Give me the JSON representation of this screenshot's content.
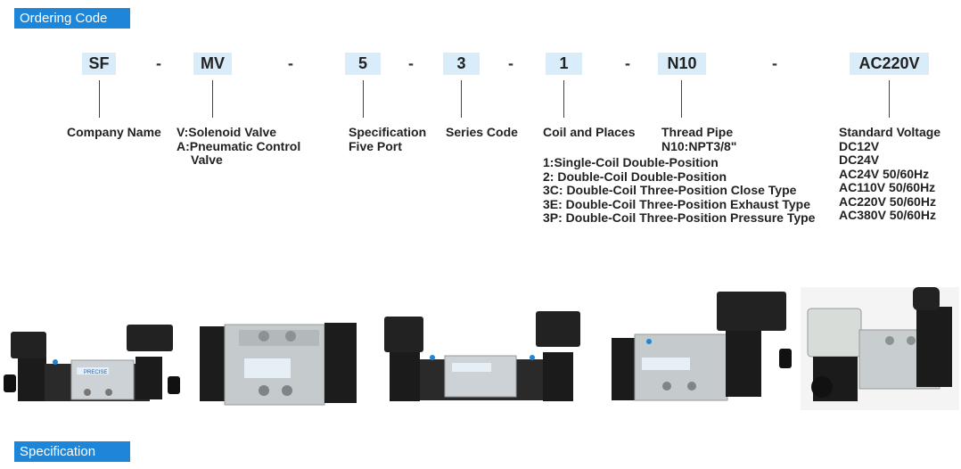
{
  "sections": {
    "ordering_code": "Ordering Code",
    "specification": "Specification"
  },
  "code": {
    "parts": [
      "SF",
      "MV",
      "5",
      "3",
      "1",
      "N10",
      "AC220V"
    ],
    "separator": "-"
  },
  "labels": {
    "company": [
      "Company Name"
    ],
    "valve_type": [
      "V:Solenoid Valve",
      "A:Pneumatic Control",
      "Valve"
    ],
    "specification": [
      "Specification",
      "Five Port"
    ],
    "series": [
      "Series Code"
    ],
    "coil": [
      "Coil and Places"
    ],
    "thread": [
      "Thread Pipe",
      "N10:NPT3/8\""
    ],
    "voltage": [
      "Standard Voltage",
      "DC12V",
      "DC24V",
      "AC24V   50/60Hz",
      "AC110V 50/60Hz",
      "AC220V 50/60Hz",
      "AC380V 50/60Hz"
    ],
    "coil_options": [
      "1:Single-Coil Double-Position",
      "2: Double-Coil Double-Position",
      "3C: Double-Coil Three-Position Close Type",
      "3E: Double-Coil Three-Position Exhaust Type",
      "3P: Double-Coil Three-Position Pressure Type"
    ]
  },
  "products": {
    "brand": "PRECISE"
  },
  "colors": {
    "tab": "#1e86d8",
    "code_box": "#d9ecfa"
  }
}
